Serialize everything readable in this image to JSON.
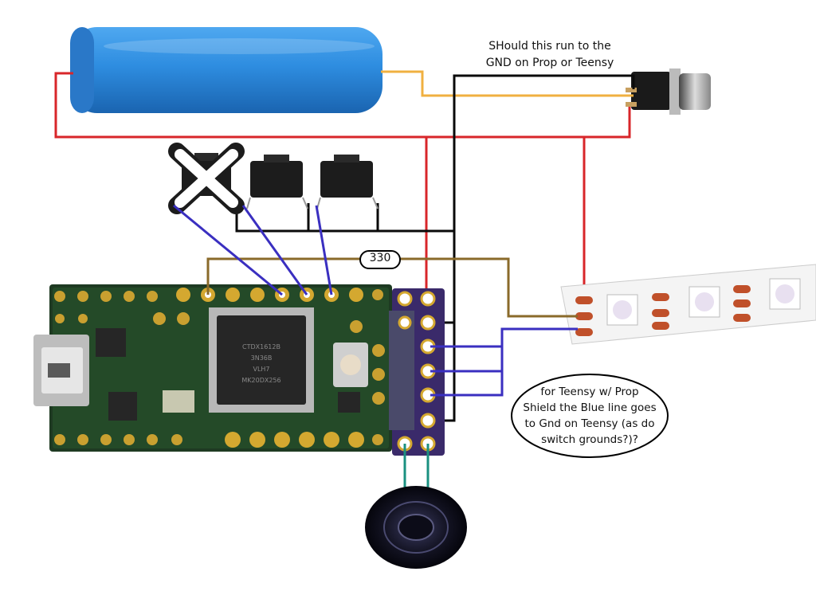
{
  "annotations": {
    "question_line1": "SHould this run to the",
    "question_line2": "GND on Prop or Teensy",
    "resistor_value": "330",
    "note_lines": [
      "for Teensy w/ Prop",
      "Shield the Blue line goes",
      "to Gnd on Teensy (as do",
      "switch grounds?)?"
    ]
  },
  "board": {
    "chip_text": [
      "MK20DX256",
      "VLH7",
      "3N36B",
      "CTDX1612B"
    ]
  },
  "colors": {
    "power_wire": "#d8262a",
    "ground_wire": "#0a0a0a",
    "battery_wire": "#f0b040",
    "data_wire": "#8a6a2a",
    "switch_wire": "#3a2fc0",
    "speaker_wire": "#1a9080",
    "battery": "#2f8fe0",
    "board": "#1e3a22",
    "shield": "#3a2a6a"
  }
}
